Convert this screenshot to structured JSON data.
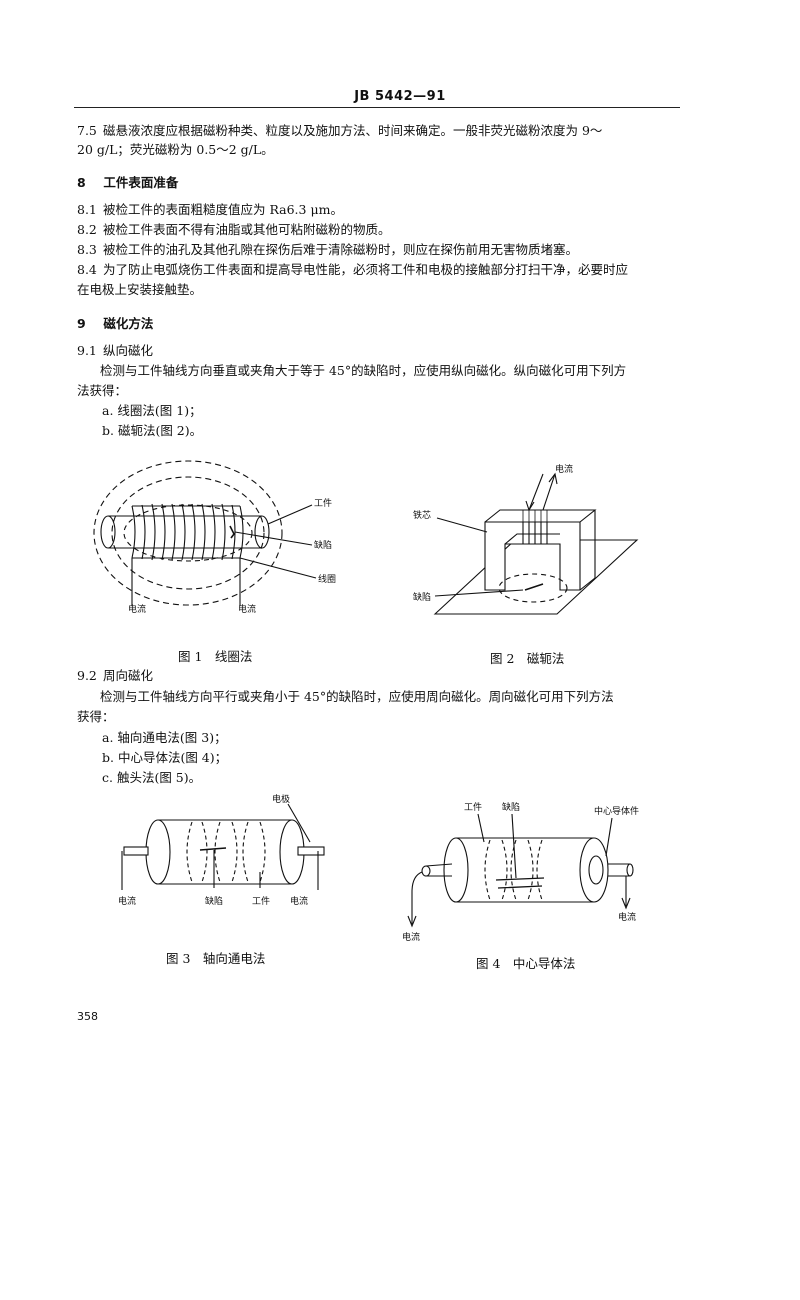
{
  "header": "JB 5442—91",
  "s7_5": {
    "num": "7.5",
    "line1": "磁悬液浓度应根据磁粉种类、粒度以及施加方法、时间来确定。一般非荧光磁粉浓度为 9～",
    "line2": "20 g/L；荧光磁粉为 0.5～2 g/L。"
  },
  "s8": {
    "num": "8",
    "title": "工件表面准备"
  },
  "s8_1": {
    "num": "8.1",
    "text": "被检工件的表面粗糙度值应为 Ra6.3 μm。"
  },
  "s8_2": {
    "num": "8.2",
    "text": "被检工件表面不得有油脂或其他可粘附磁粉的物质。"
  },
  "s8_3": {
    "num": "8.3",
    "text": "被检工件的油孔及其他孔隙在探伤后难于清除磁粉时，则应在探伤前用无害物质堵塞。"
  },
  "s8_4": {
    "num": "8.4",
    "line1": "为了防止电弧烧伤工件表面和提高导电性能，必须将工件和电极的接触部分打扫干净，必要时应",
    "line2": "在电极上安装接触垫。"
  },
  "s9": {
    "num": "9",
    "title": "磁化方法"
  },
  "s9_1": {
    "num": "9.1",
    "title": "纵向磁化",
    "line1": "检测与工件轴线方向垂直或夹角大于等于 45°的缺陷时，应使用纵向磁化。纵向磁化可用下列方",
    "line2": "法获得：",
    "item_a": "a. 线圈法(图 1)；",
    "item_b": "b. 磁轭法(图 2)。"
  },
  "fig1": {
    "caption": "图 1　线圈法",
    "label_workpiece": "工件",
    "label_defect": "缺陷",
    "label_coil": "线圈",
    "label_current_left": "电流",
    "label_current_right": "电流"
  },
  "fig2": {
    "caption": "图 2　磁轭法",
    "label_current": "电流",
    "label_core": "铁芯",
    "label_defect": "缺陷"
  },
  "s9_2": {
    "num": "9.2",
    "title": "周向磁化",
    "line1": "检测与工件轴线方向平行或夹角小于 45°的缺陷时，应使用周向磁化。周向磁化可用下列方法",
    "line2": "获得：",
    "item_a": "a. 轴向通电法(图 3)；",
    "item_b": "b. 中心导体法(图 4)；",
    "item_c": "c. 触头法(图 5)。"
  },
  "fig3": {
    "caption": "图 3　轴向通电法",
    "label_electrode": "电极",
    "label_current_left": "电流",
    "label_defect": "缺陷",
    "label_workpiece": "工件",
    "label_current_right": "电流"
  },
  "fig4": {
    "caption": "图 4　中心导体法",
    "label_workpiece": "工件",
    "label_defect": "缺陷",
    "label_conductor": "中心导体件",
    "label_current_right": "电流",
    "label_current_left": "电流"
  },
  "page_number": "358"
}
